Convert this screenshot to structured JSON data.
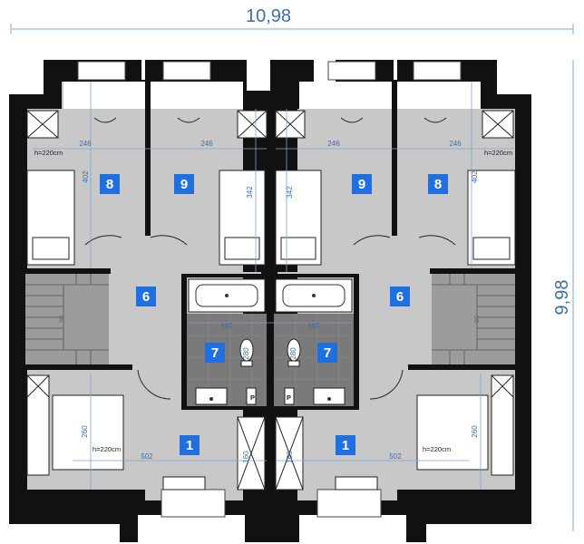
{
  "overall": {
    "width": "10,98",
    "depth": "9,98"
  },
  "rooms": [
    {
      "num": "8",
      "side": "left"
    },
    {
      "num": "9",
      "side": "left"
    },
    {
      "num": "9",
      "side": "right"
    },
    {
      "num": "8",
      "side": "right"
    },
    {
      "num": "6",
      "side": "left"
    },
    {
      "num": "6",
      "side": "right"
    },
    {
      "num": "7",
      "side": "left"
    },
    {
      "num": "7",
      "side": "right"
    },
    {
      "num": "1",
      "side": "left"
    },
    {
      "num": "1",
      "side": "right"
    }
  ],
  "dims": {
    "d246": "246",
    "d402": "402",
    "d342": "342",
    "d165": "165",
    "d280": "280",
    "d260": "260",
    "d502": "502",
    "d160": "160",
    "d90": "90"
  },
  "notes": {
    "h220": "h=220cm",
    "p": "P"
  },
  "colors": {
    "wall": "#111111",
    "floor": "#c8c8c8",
    "bath": "#7a7a7a",
    "stair": "#9c9c9c",
    "label_bg": "#1f6fe0",
    "dim": "#3c6ea8"
  }
}
